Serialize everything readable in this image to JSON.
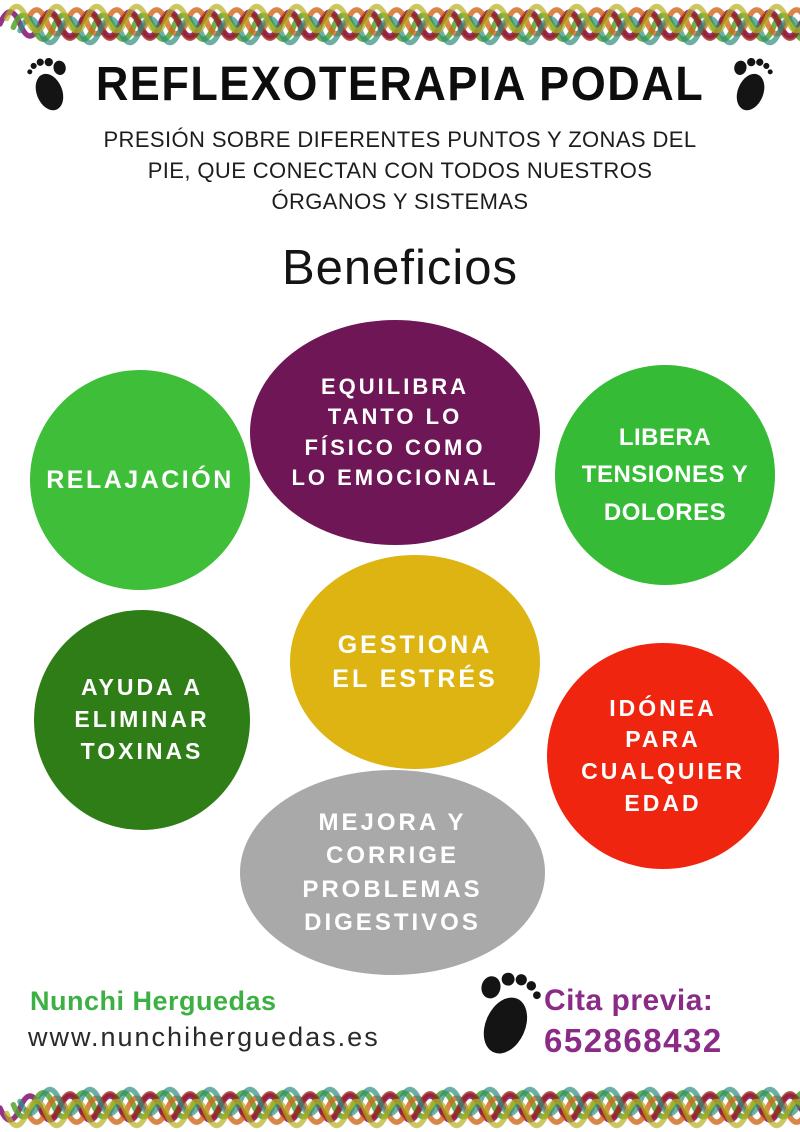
{
  "poster": {
    "title": "REFLEXOTERAPIA PODAL",
    "subtitle": "PRESIÓN SOBRE DIFERENTES PUNTOS Y ZONAS DEL\nPIE, QUE CONECTAN CON TODOS NUESTROS\nÓRGANOS Y SISTEMAS",
    "section_heading": "Beneficios",
    "benefits": [
      {
        "id": "relajacion",
        "text": "RELAJACIÓN",
        "color": "#3fbe3a"
      },
      {
        "id": "equilibra",
        "text": "EQUILIBRA\nTANTO LO\nFÍSICO COMO\nLO EMOCIONAL",
        "color": "#6e1656"
      },
      {
        "id": "libera",
        "text": "LIBERA\nTENSIONES Y\nDOLORES",
        "color": "#35bb35"
      },
      {
        "id": "toxinas",
        "text": "AYUDA A\nELIMINAR\nTOXINAS",
        "color": "#2f7d17"
      },
      {
        "id": "estres",
        "text": "GESTIONA\nEL ESTRÉS",
        "color": "#ddb412"
      },
      {
        "id": "idonea",
        "text": "IDÓNEA\nPARA\nCUALQUIER\nEDAD",
        "color": "#f0250f"
      },
      {
        "id": "digestivos",
        "text": "MEJORA Y\nCORRIGE\nPROBLEMAS\nDIGESTIVOS",
        "color": "#a9a9a9"
      }
    ],
    "footer": {
      "brand": "Nunchi Herguedas",
      "brand_color": "#3cb043",
      "website": "www.nunchiherguedas.es",
      "cta_label": "Cita previa:",
      "phone": "652868432",
      "cta_color": "#8a2b88"
    }
  }
}
